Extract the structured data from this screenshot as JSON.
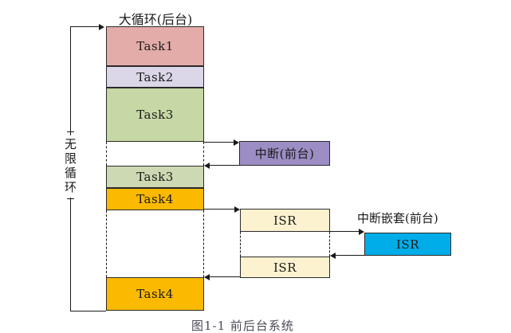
{
  "diagram": {
    "title": "大循环(后台)",
    "loop_label": "无限循环",
    "interrupt_label": "中断(前台)",
    "nested_interrupt_label": "中断嵌套(前台)",
    "task_labels": {
      "task1": "Task1",
      "task2": "Task2",
      "task3": "Task3",
      "task4": "Task4"
    },
    "isr_label": "ISR",
    "caption_cropped": "图1-1 前后台系统"
  },
  "colors": {
    "task1": "#e3aca8",
    "task2": "#dcd6e9",
    "task3_top": "#c6d8a4",
    "task3_second": "#cdd9b2",
    "task4": "#fbb900",
    "interrupt": "#9c8dc4",
    "isr": "#fcf2cf",
    "isr_nested": "#00ade9",
    "line": "#1a1a1a"
  }
}
